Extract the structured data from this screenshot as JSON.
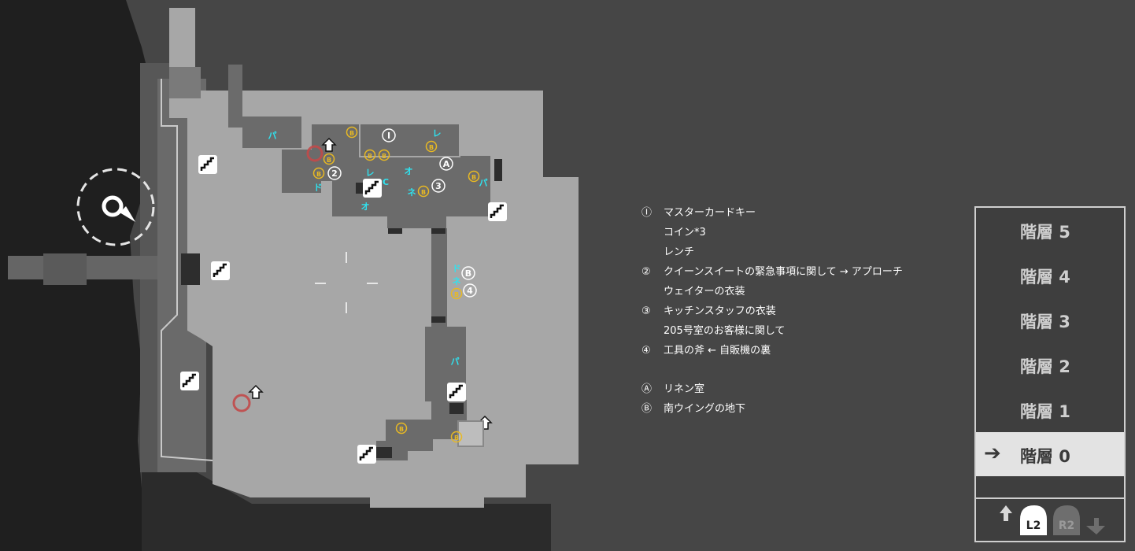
{
  "map": {
    "markers": [
      "パ",
      "B",
      "I",
      "レ",
      "B",
      "B",
      "B",
      "B",
      "2",
      "B",
      "ド",
      "レ",
      "C",
      "オ",
      "A",
      "ネ",
      "B",
      "3",
      "B",
      "パ",
      "オ",
      "ド",
      "ネ",
      "B",
      "B",
      "4",
      "パ",
      "B",
      "B"
    ]
  },
  "legend": {
    "entries": [
      {
        "num": "Ⓘ",
        "text": "マスターカードキー"
      },
      {
        "num": "",
        "text": "コイン*3"
      },
      {
        "num": "",
        "text": "レンチ"
      },
      {
        "num": "②",
        "text": "クイーンスイートの緊急事項に関して → アプローチ"
      },
      {
        "num": "",
        "text": "ウェイターの衣装"
      },
      {
        "num": "③",
        "text": "キッチンスタッフの衣装"
      },
      {
        "num": "",
        "text": "205号室のお客様に関して"
      },
      {
        "num": "④",
        "text": "工具の斧 ← 自販機の裏"
      }
    ],
    "entries2": [
      {
        "num": "Ⓐ",
        "text": "リネン室"
      },
      {
        "num": "Ⓑ",
        "text": "南ウイングの地下"
      }
    ]
  },
  "floors": {
    "items": [
      "階層 5",
      "階層 4",
      "階層 3",
      "階層 2",
      "階層 1",
      "階層 0"
    ],
    "active_index": 5,
    "active_arrow": "➔"
  },
  "controls": {
    "l2": "L2",
    "r2": "R2"
  },
  "colors": {
    "background": "#464646",
    "floor_plan": "#a9a9a9",
    "wall": "#6e6e6e",
    "cyan_label": "#2fe3f0",
    "yellow_marker": "#e8b923"
  }
}
